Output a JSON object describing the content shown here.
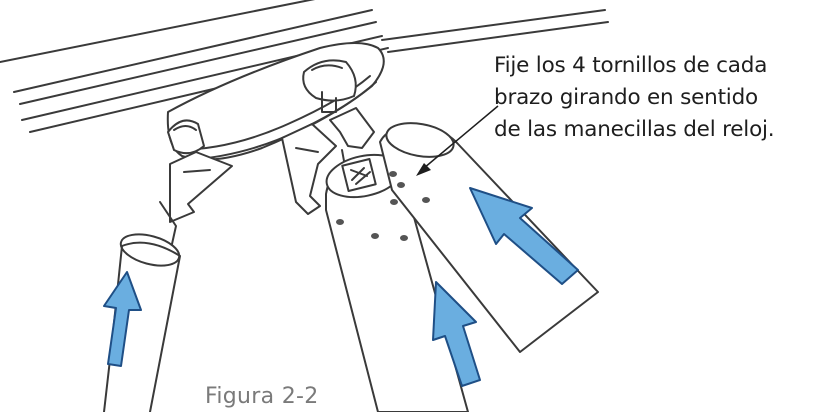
{
  "instruction": {
    "lines": [
      "Fije los 4 tornillos de cada",
      "brazo girando en sentido",
      "de las manecillas del reloj."
    ]
  },
  "caption": "Figura 2-2",
  "icons": [
    "direction-arrow-icon",
    "pointer-arrow-icon"
  ],
  "colors": {
    "arrow_fill": "#6aaee0",
    "arrow_stroke": "#1f4f86",
    "line_art": "#3a3a3a",
    "background": "#ffffff"
  }
}
